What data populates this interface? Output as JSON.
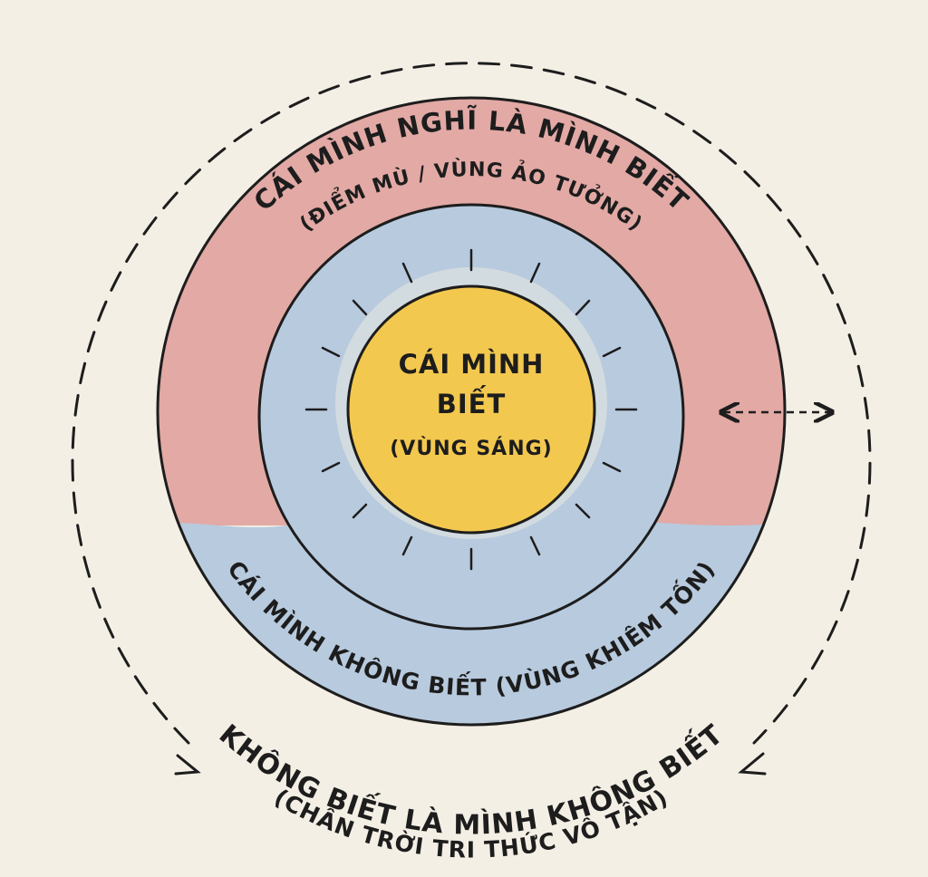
{
  "diagram": {
    "core": {
      "line1": "CÁI MÌNH",
      "line2": "BIẾT",
      "line3": "(VÙNG SÁNG)"
    },
    "illusion_band": {
      "line1": "CÁI MÌNH NGHĨ LÀ MÌNH BIẾT",
      "line2": "(ĐIỂM MÙ / VÙNG ẢO TƯỞNG)"
    },
    "humility_band": {
      "label": "CÁI MÌNH KHÔNG BIẾT (VÙNG KHIÊM TỐN)"
    },
    "horizon": {
      "line1": "KHÔNG BIẾT LÀ MÌNH KHÔNG BIẾT",
      "line2": "(CHÂN TRỜI TRI THỨC VÔ TẬN)"
    },
    "colors": {
      "background": "#f4efe5",
      "core": "#f3c84f",
      "known_unknown_blue": "#b8cade",
      "illusion_red": "#e2a9a5",
      "ink": "#1d1d1d"
    }
  }
}
